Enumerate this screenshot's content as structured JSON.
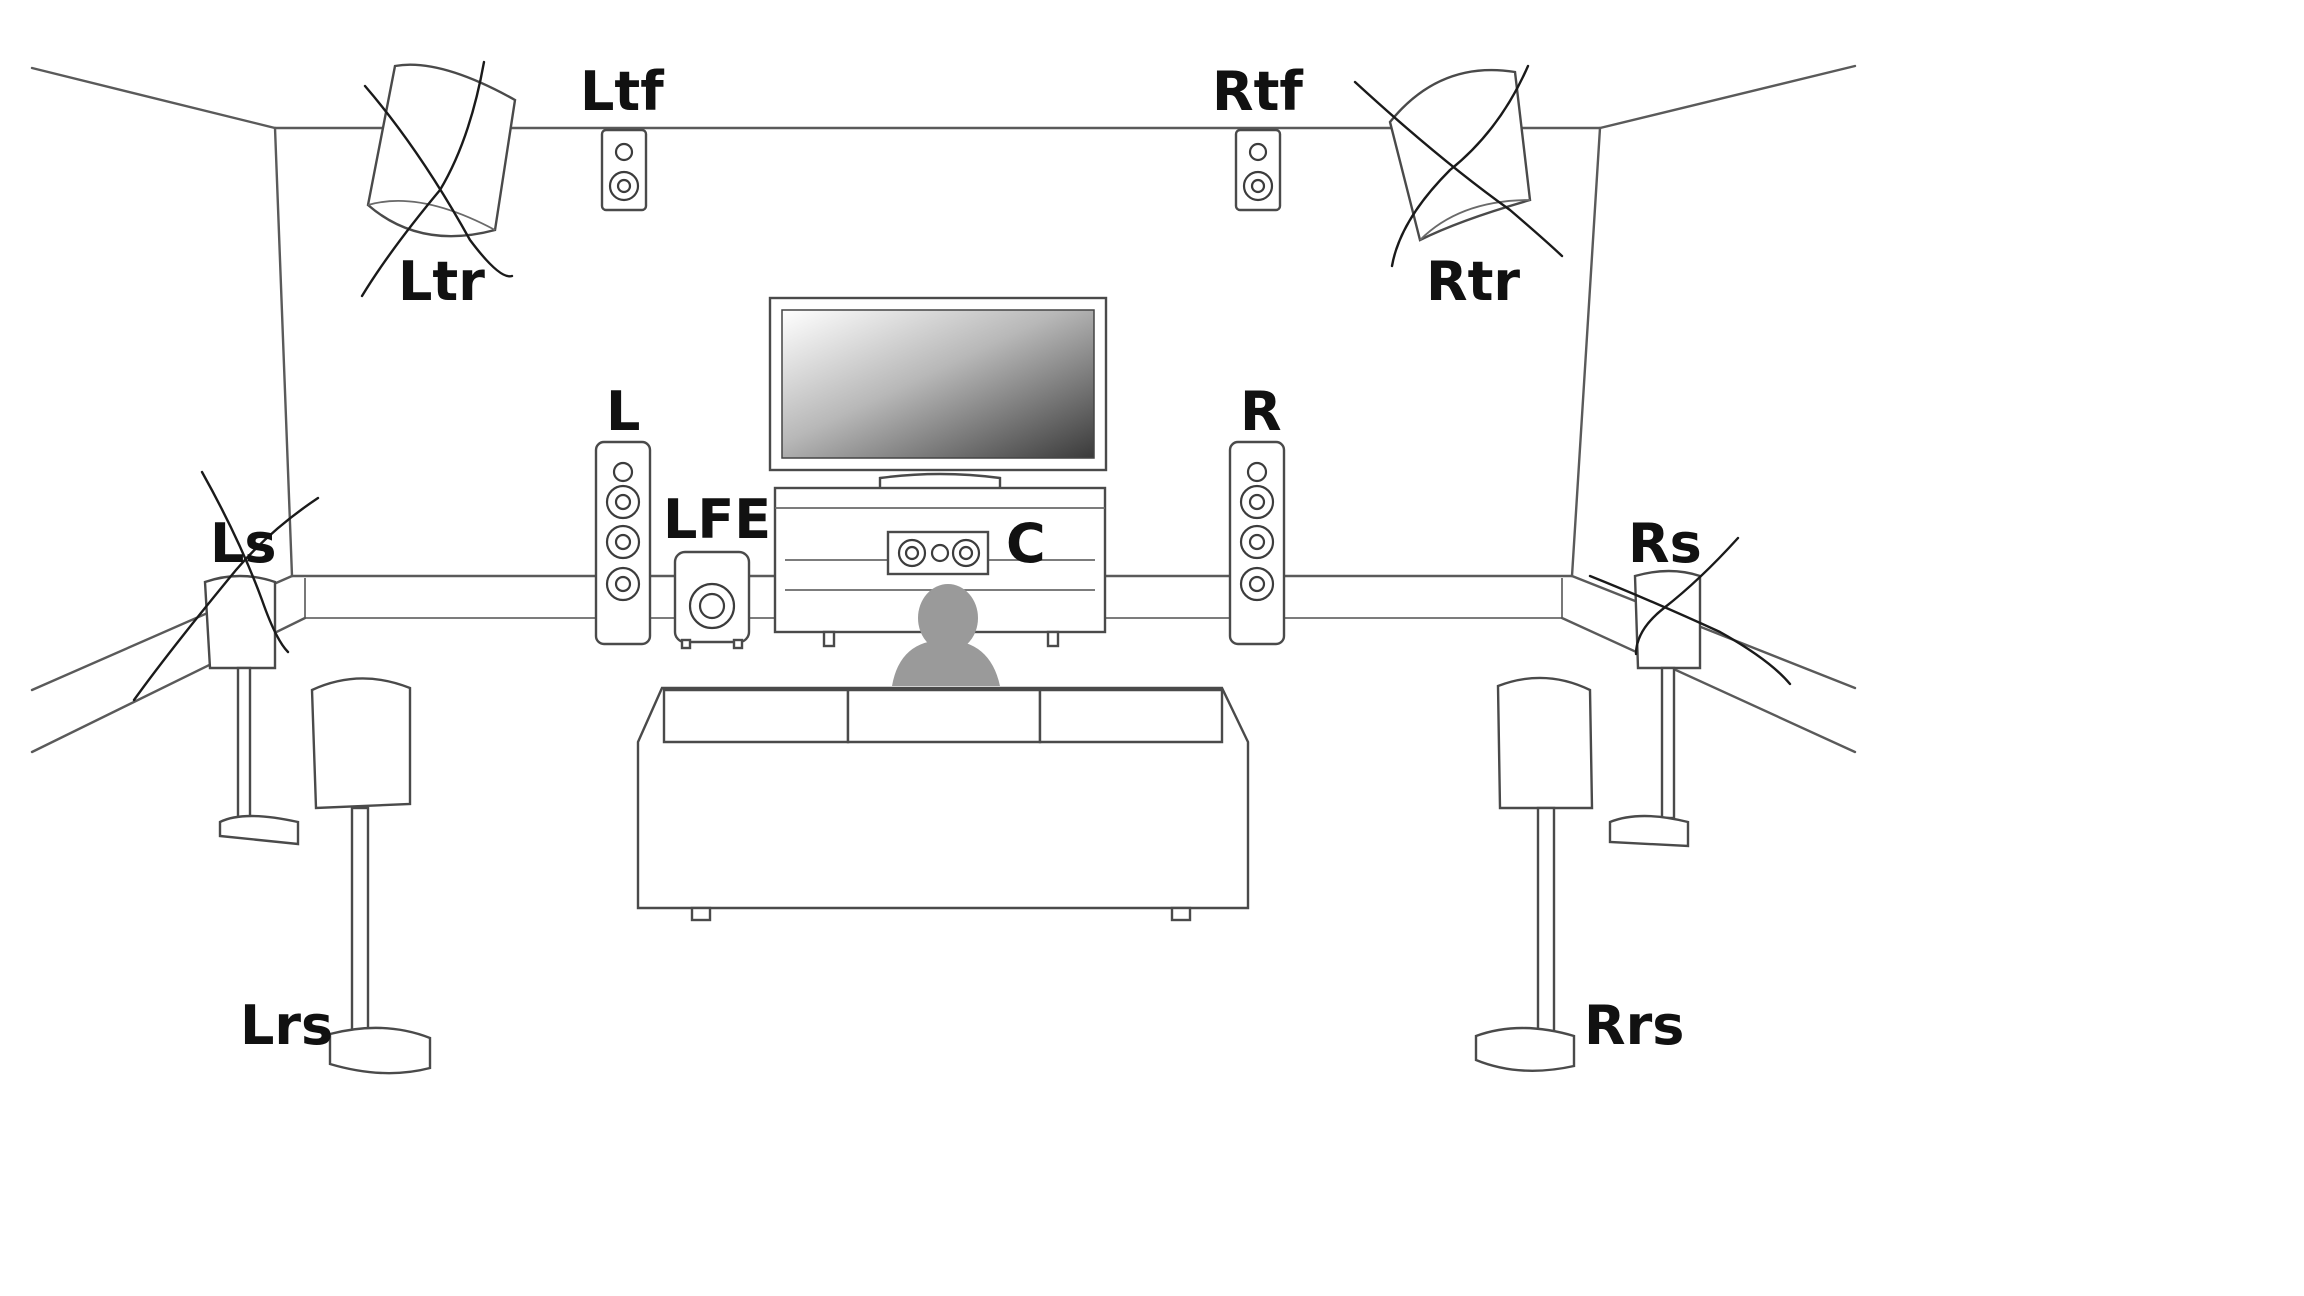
{
  "labels": {
    "ltf": "Ltf",
    "rtf": "Rtf",
    "ltr": "Ltr",
    "rtr": "Rtr",
    "l": "L",
    "r": "R",
    "lfe": "LFE",
    "c": "C",
    "ls": "Ls",
    "rs": "Rs",
    "lrs": "Lrs",
    "rrs": "Rrs"
  },
  "crossed_out": [
    "Ltr",
    "Rtr",
    "Ls",
    "Rs"
  ],
  "colors": {
    "line": "#5a5a5a",
    "scribble": "#1a1a1a",
    "listener": "#9a9a9a",
    "label": "#111111"
  },
  "icons": [
    "speaker-icon",
    "tv-icon",
    "sofa-icon",
    "listener-icon",
    "subwoofer-icon"
  ]
}
